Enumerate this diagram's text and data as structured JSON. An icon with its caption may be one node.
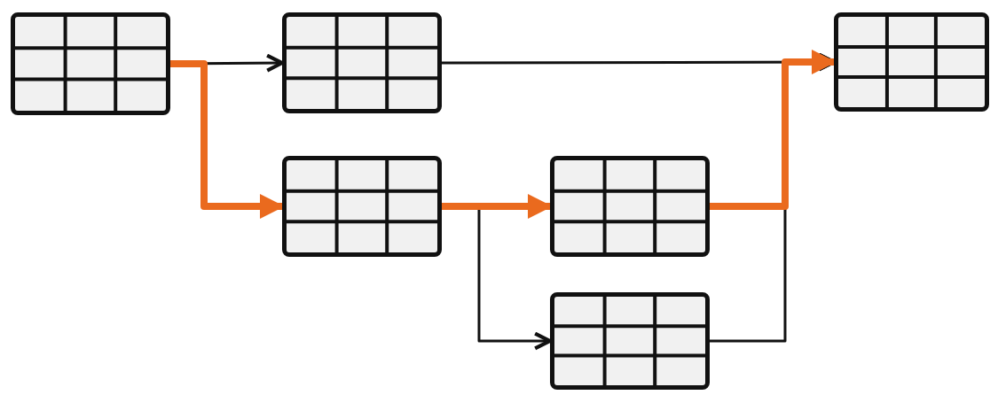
{
  "diagram": {
    "nodes": [
      {
        "text": [],
        "shape": "table"
      },
      {
        "text": [],
        "shape": "table"
      },
      {
        "text": [],
        "shape": "table"
      },
      {
        "text": [],
        "shape": "table"
      },
      {
        "text": [],
        "shape": "table"
      },
      {
        "text": [],
        "shape": "table"
      }
    ],
    "edges": [
      {
        "from": 0,
        "to": 1,
        "arrow": "to"
      },
      {
        "from": 0,
        "to": 2,
        "arrow": "to",
        "style": "thick",
        "color": "#ea6a1e"
      },
      {
        "from": 2,
        "to": 3,
        "arrow": "to",
        "style": "thick",
        "color": "#ea6a1e"
      },
      {
        "from": 2,
        "to": 4,
        "arrow": "to"
      },
      {
        "from": 1,
        "to": 5,
        "arrow": "to"
      },
      {
        "from": 4,
        "to": 5,
        "arrow": "to"
      },
      {
        "from": 3,
        "to": 5,
        "arrow": "to",
        "style": "thick",
        "color": "#ea6a1e"
      }
    ]
  }
}
